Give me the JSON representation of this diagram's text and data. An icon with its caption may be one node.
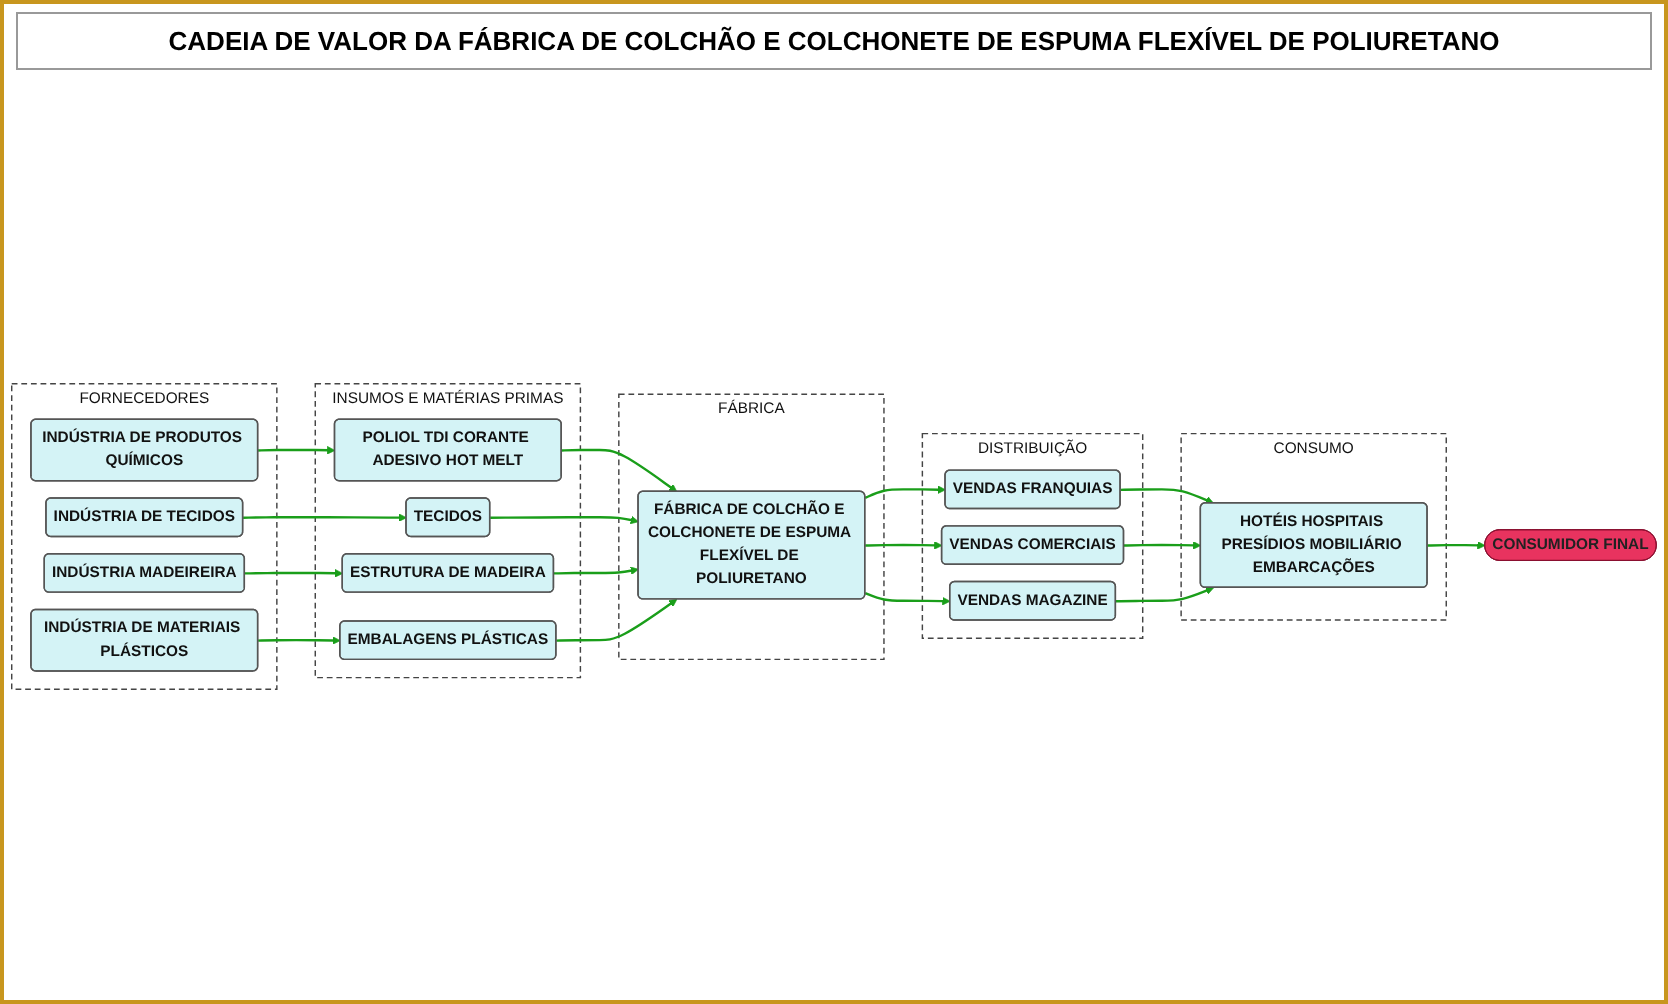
{
  "diagram": {
    "title": "CADEIA DE VALOR DA FÁBRICA DE COLCHÃO E COLCHONETE DE ESPUMA FLEXÍVEL DE POLIURETANO",
    "nodes": [
      {
        "text": [
          "FORNECEDORES"
        ]
      },
      {
        "text": [
          "INDÚSTRIA DE PRODUTOS QUÍMICOS"
        ],
        "in": 0
      },
      {
        "text": [
          "INDÚSTRIA DE TECIDOS"
        ],
        "in": 0
      },
      {
        "text": [
          "INDÚSTRIA MADEIREIRA"
        ],
        "in": 0
      },
      {
        "text": [
          "INDÚSTRIA DE MATERIAIS PLÁSTICOS"
        ],
        "in": 0
      },
      {
        "text": [
          "INSUMOS E MATÉRIAS PRIMAS"
        ]
      },
      {
        "text": [
          "POLIOL TDI CORANTE ADESIVO HOT MELT"
        ],
        "in": 5
      },
      {
        "text": [
          "TECIDOS"
        ],
        "in": 5
      },
      {
        "text": [
          "ESTRUTURA DE MADEIRA"
        ],
        "in": 5
      },
      {
        "text": [
          "EMBALAGENS PLÁSTICAS"
        ],
        "in": 5
      },
      {
        "text": [
          "FÁBRICA"
        ]
      },
      {
        "text": [
          "FÁBRICA DE COLCHÃO E COLCHONETE DE ESPUMA FLEXÍVEL DE POLIURETANO"
        ],
        "in": 10
      },
      {
        "text": [
          "DISTRIBUIÇÃO"
        ]
      },
      {
        "text": [
          "VENDAS FRANQUIAS"
        ],
        "in": 12
      },
      {
        "text": [
          "VENDAS COMERCIAIS"
        ],
        "in": 12
      },
      {
        "text": [
          "VENDAS MAGAZINE"
        ],
        "in": 12
      },
      {
        "text": [
          "CONSUMO"
        ]
      },
      {
        "text": [
          "HOTÉIS HOSPITAIS PRESÍDIOS MOBILIÁRIO EMBARCAÇÕES"
        ],
        "in": 16
      },
      {
        "text": [
          "CONSUMIDOR FINAL"
        ]
      }
    ],
    "edges": [
      {
        "from": 1,
        "to": 6,
        "arrow": "to"
      },
      {
        "from": 2,
        "to": 7,
        "arrow": "to"
      },
      {
        "from": 3,
        "to": 8,
        "arrow": "to"
      },
      {
        "from": 4,
        "to": 9,
        "arrow": "to"
      },
      {
        "from": 6,
        "to": 11,
        "arrow": "to"
      },
      {
        "from": 7,
        "to": 11,
        "arrow": "to"
      },
      {
        "from": 8,
        "to": 11,
        "arrow": "to"
      },
      {
        "from": 9,
        "to": 11,
        "arrow": "to"
      },
      {
        "from": 11,
        "to": 13,
        "arrow": "to"
      },
      {
        "from": 11,
        "to": 14,
        "arrow": "to"
      },
      {
        "from": 11,
        "to": 15,
        "arrow": "to"
      },
      {
        "from": 13,
        "to": 17,
        "arrow": "to"
      },
      {
        "from": 14,
        "to": 17,
        "arrow": "to"
      },
      {
        "from": 15,
        "to": 17,
        "arrow": "to"
      },
      {
        "from": 17,
        "to": 18,
        "arrow": "to"
      }
    ]
  }
}
